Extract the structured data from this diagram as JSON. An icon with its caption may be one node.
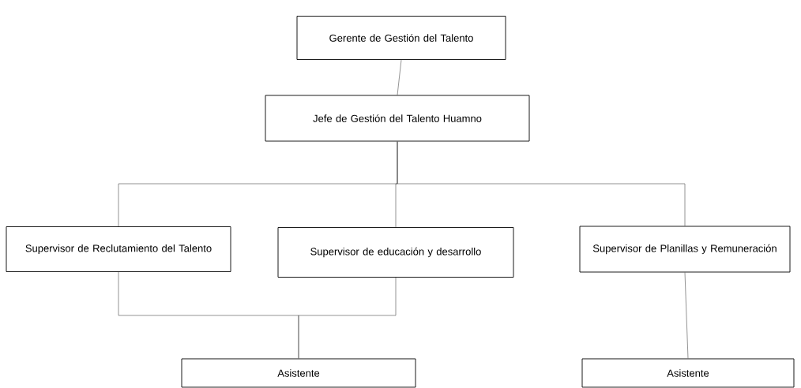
{
  "diagram": {
    "nodes": [
      {
        "text": [
          "Gerente de Gestión del Talento"
        ]
      },
      {
        "text": [
          "Jefe de Gestión del Talento Huamno"
        ]
      },
      {
        "text": [
          "Supervisor de Reclutamiento del Talento"
        ]
      },
      {
        "text": [
          "Supervisor de educación y desarrollo"
        ]
      },
      {
        "text": [
          "Supervisor de Planillas y Remuneración"
        ]
      },
      {
        "text": [
          "Asistente"
        ]
      },
      {
        "text": [
          "Asistente"
        ]
      }
    ],
    "edges": [
      {
        "from": 0,
        "to": 1,
        "arrow": "none"
      },
      {
        "from": 1,
        "to": 2,
        "arrow": "none"
      },
      {
        "from": 1,
        "to": 3,
        "arrow": "none"
      },
      {
        "from": 1,
        "to": 4,
        "arrow": "none"
      },
      {
        "from": 2,
        "to": 5,
        "arrow": "none"
      },
      {
        "from": 3,
        "to": 5,
        "arrow": "none"
      },
      {
        "from": 4,
        "to": 6,
        "arrow": "none"
      }
    ]
  }
}
